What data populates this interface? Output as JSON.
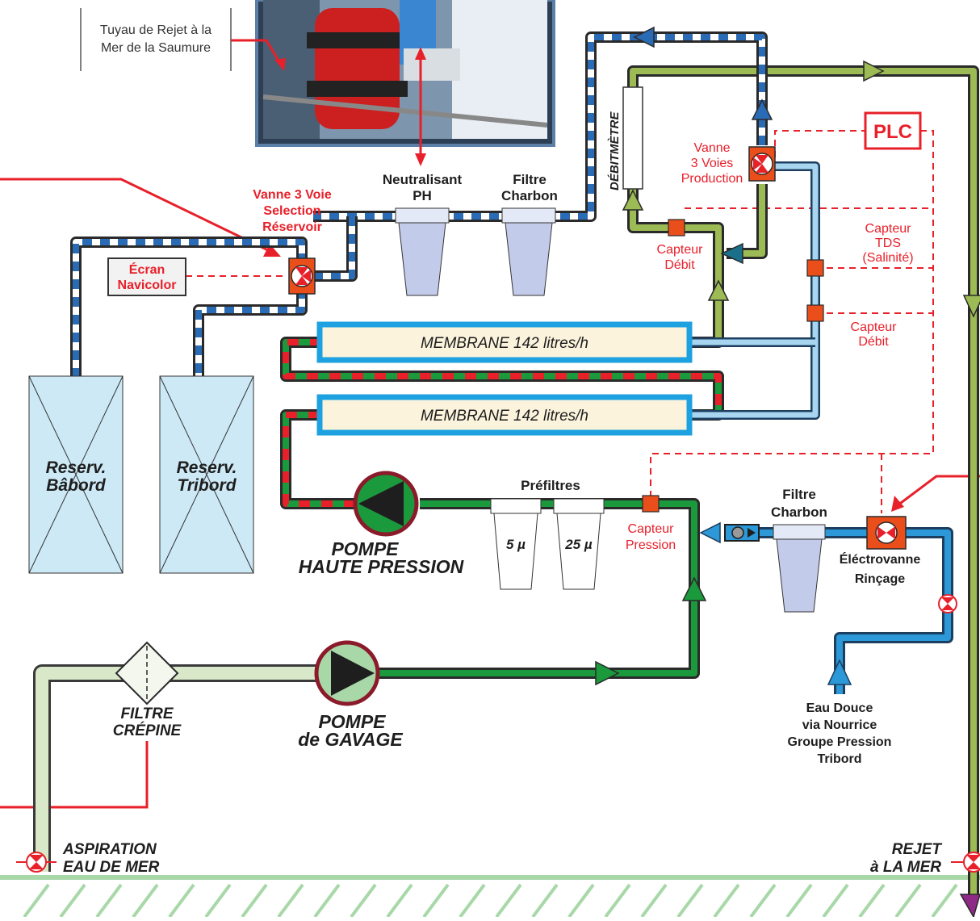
{
  "callout": {
    "brine_line1": "Tuyau de Rejet à la",
    "brine_line2": "Mer de la Saumure"
  },
  "components": {
    "neutralisant_1": "Neutralisant",
    "neutralisant_2": "PH",
    "filtre_charbon_top_1": "Filtre",
    "filtre_charbon_top_2": "Charbon",
    "debitmetre": "DÉBITMÈTRE",
    "vanne_prod_1": "Vanne",
    "vanne_prod_2": "3 Voies",
    "vanne_prod_3": "Production",
    "plc": "PLC",
    "vanne_sel_1": "Vanne 3 Voie",
    "vanne_sel_2": "Selection",
    "vanne_sel_3": "Réservoir",
    "ecran_1": "Écran",
    "ecran_2": "Navicolor",
    "capteur_debit_top_1": "Capteur",
    "capteur_debit_top_2": "Débit",
    "capteur_tds_1": "Capteur",
    "capteur_tds_2": "TDS",
    "capteur_tds_3": "(Salinité)",
    "capteur_debit_right_1": "Capteur",
    "capteur_debit_right_2": "Débit",
    "membrane_1": "MEMBRANE 142 litres/h",
    "membrane_2": "MEMBRANE 142 litres/h",
    "reserv_babord_1": "Reserv.",
    "reserv_babord_2": "Bâbord",
    "reserv_tribord_1": "Reserv.",
    "reserv_tribord_2": "Tribord",
    "prefiltres": "Préfiltres",
    "prefiltre_5": "5 µ",
    "prefiltre_25": "25 µ",
    "pompe_hp_1": "POMPE",
    "pompe_hp_2": "HAUTE PRESSION",
    "capteur_pression_1": "Capteur",
    "capteur_pression_2": "Pression",
    "filtre_charbon_bot_1": "Filtre",
    "filtre_charbon_bot_2": "Charbon",
    "electrovanne_1": "Éléctrovanne",
    "electrovanne_2": "Rinçage",
    "filtre_crepine_1": "FILTRE",
    "filtre_crepine_2": "CRÉPINE",
    "pompe_gavage_1": "POMPE",
    "pompe_gavage_2": "de GAVAGE",
    "eau_douce_1": "Eau Douce",
    "eau_douce_2": "via Nourrice",
    "eau_douce_3": "Groupe Pression",
    "eau_douce_4": "Tribord",
    "aspiration_1": "ASPIRATION",
    "aspiration_2": "EAU DE MER",
    "rejet_1": "REJET",
    "rejet_2": "à LA MER"
  },
  "colors": {
    "seawater_green": "#1a9a3c",
    "feed_light_green": "#d9e8c9",
    "concentrate_red": "#e8202a",
    "permeate_olive": "#9dbb55",
    "product_blue": "#2a6bb5",
    "fresh_blue": "#2c98d8",
    "membrane_blue": "#1da1e0",
    "membrane_fill": "#fbf3dc",
    "filter_fill": "#c3cbea",
    "tank_fill": "#cde9f6",
    "sensor_orange": "#e94e1b",
    "sea_green": "#a8d8a8"
  }
}
